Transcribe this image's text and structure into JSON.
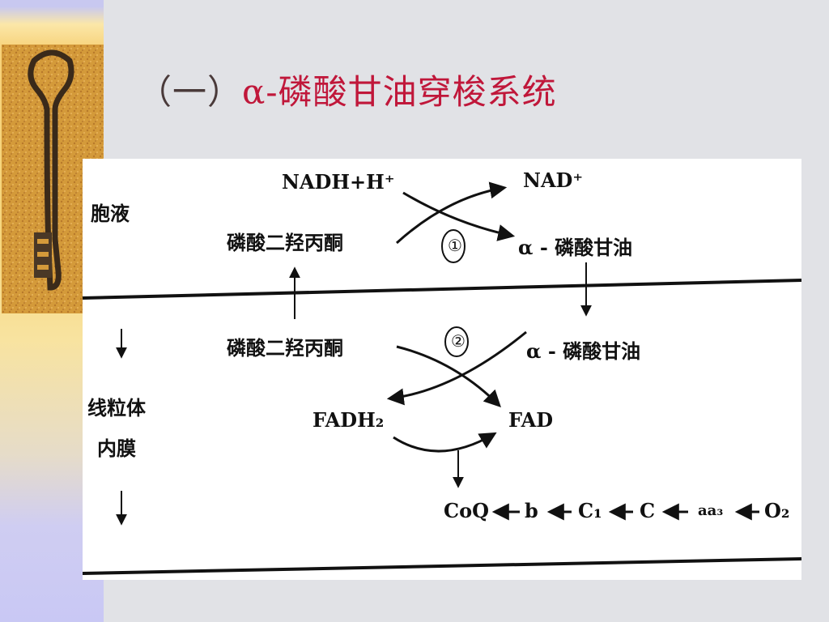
{
  "slide": {
    "title_prefix": "（一）",
    "title_main": "α-磷酸甘油穿梭系统"
  },
  "diagram": {
    "compartments": {
      "cytosol": "胞液",
      "mito_inner_membrane_line1": "线粒体",
      "mito_inner_membrane_line2": "内膜"
    },
    "cytosol": {
      "nadh": "NADH+H⁺",
      "nad": "NAD⁺",
      "dhap": "磷酸二羟丙酮",
      "g3p": "α - 磷酸甘油",
      "enzyme": "①"
    },
    "membrane": {
      "dhap": "磷酸二羟丙酮",
      "g3p": "α - 磷酸甘油",
      "enzyme": "②",
      "fadh2": "FADH₂",
      "fad": "FAD"
    },
    "chain": [
      "CoQ",
      "b",
      "C₁",
      "C",
      "aa₃",
      "O₂"
    ]
  }
}
